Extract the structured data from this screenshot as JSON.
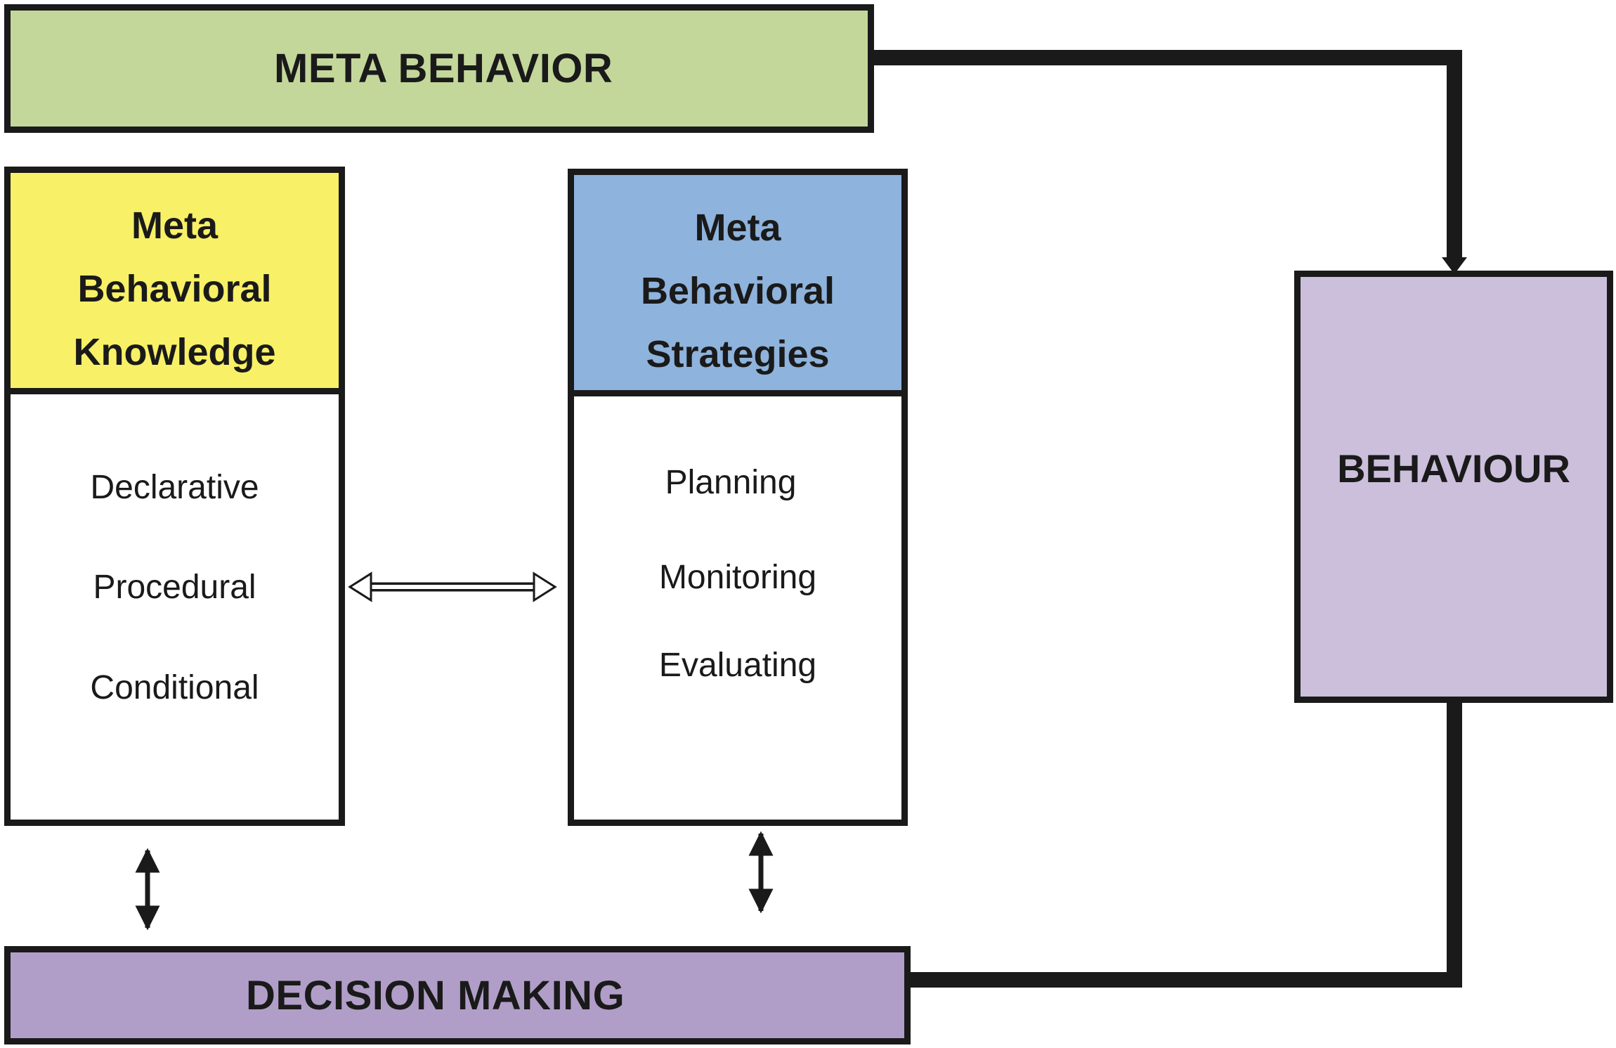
{
  "nodes": {
    "meta_behavior": "META BEHAVIOR",
    "knowledge": {
      "title_lines": [
        "Meta",
        "Behavioral",
        "Knowledge"
      ],
      "items": [
        "Declarative",
        "Procedural",
        "Conditional"
      ]
    },
    "strategies": {
      "title_lines": [
        "Meta",
        "Behavioral",
        "Strategies"
      ],
      "items": [
        "Planning",
        "Monitoring",
        "Evaluating"
      ]
    },
    "behaviour": "BEHAVIOUR",
    "decision_making": "DECISION MAKING"
  },
  "colors": {
    "meta_behavior": "#c4d79b",
    "knowledge_header": "#f8f066",
    "strategies_header": "#8eb3dc",
    "behaviour": "#cbbfdc",
    "decision_making": "#b09ec8",
    "line": "#1a1a1a"
  }
}
